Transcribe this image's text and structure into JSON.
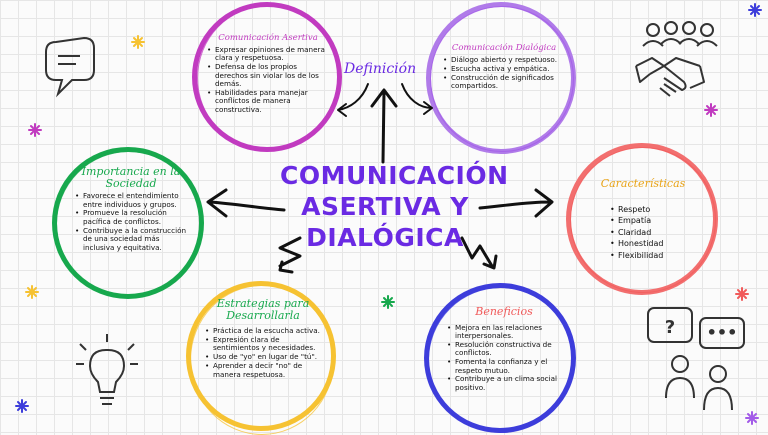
{
  "center_title": [
    "COMUNICACIÓN",
    "ASERTIVA Y",
    "DIALÓGICA"
  ],
  "definition_label": "Definición",
  "nodes": {
    "asertiva": {
      "title": "Comunicación Asertiva",
      "color": "#c13bc0",
      "items": [
        "Expresar opiniones de manera clara y respetuosa.",
        "Defensa de los propios derechos sin violar los de los demás.",
        "Habilidades para manejar conflictos de manera constructiva."
      ]
    },
    "dialogica": {
      "title": "Comunicación Dialógica",
      "color": "#a35be8",
      "items": [
        "Diálogo abierto y respetuoso.",
        "Escucha activa y empática.",
        "Construcción de significados compartidos."
      ]
    },
    "importancia": {
      "title": "Importancia en la Sociedad",
      "color": "#17a84d",
      "items": [
        "Favorece el entendimiento entre individuos y grupos.",
        "Promueve la resolución pacífica de conflictos.",
        "Contribuye a la construcción de una sociedad más inclusiva y equitativa."
      ]
    },
    "caracteristicas": {
      "title": "Características",
      "color": "#f15b5b",
      "title_color": "#e8a317",
      "items": [
        "Respeto",
        "Empatía",
        "Claridad",
        "Honestidad",
        "Flexibilidad"
      ]
    },
    "estrategias": {
      "title": "Estrategias para Desarrollarla",
      "color": "#f6c232",
      "title_color": "#17a84d",
      "items": [
        "Práctica de la escucha activa.",
        "Expresión clara de sentimientos y necesidades.",
        "Uso de \"yo\" en lugar de \"tú\".",
        "Aprender a decir \"no\" de manera respetuosa."
      ]
    },
    "beneficios": {
      "title": "Beneficios",
      "color": "#3d3ddb",
      "title_color": "#f15b5b",
      "items": [
        "Mejora en las relaciones interpersonales.",
        "Resolución constructiva de conflictos.",
        "Fomenta la confianza y el respeto mutuo.",
        "Contribuye a un clima social positivo."
      ]
    }
  },
  "icons": [
    "speech-bubble-icon",
    "handshake-icon",
    "team-icon",
    "lightbulb-icon",
    "chat-people-icon",
    "sparkle-icon"
  ]
}
